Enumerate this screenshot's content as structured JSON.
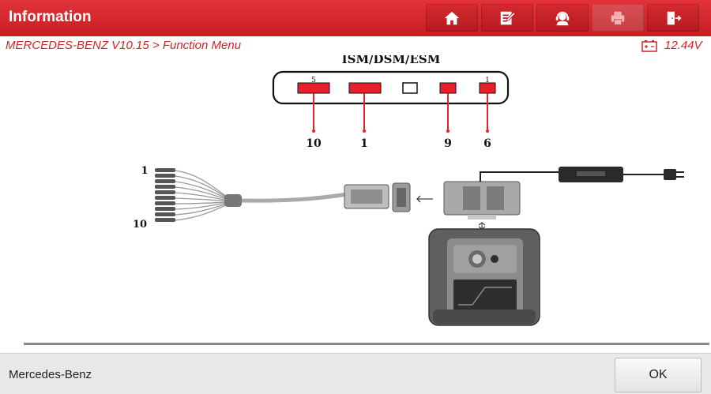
{
  "window": {
    "title": "Information"
  },
  "toolbar": {
    "buttons": [
      {
        "name": "home",
        "icon": "home-icon",
        "enabled": true
      },
      {
        "name": "report",
        "icon": "edit-report-icon",
        "enabled": true
      },
      {
        "name": "support",
        "icon": "headset-icon",
        "enabled": true
      },
      {
        "name": "print",
        "icon": "printer-icon",
        "enabled": false
      },
      {
        "name": "exit",
        "icon": "exit-door-icon",
        "enabled": true
      }
    ]
  },
  "breadcrumb": {
    "text": "MERCEDES-BENZ V10.15 > Function Menu"
  },
  "status": {
    "voltage": "12.44V",
    "battery_icon": "battery-icon"
  },
  "diagram": {
    "module_title": "ISM/DSM/ESM",
    "pin_top_labels": [
      "5",
      "1"
    ],
    "pin_bottom_labels": [
      "10",
      "1",
      "9",
      "6"
    ],
    "cable_end_labels": [
      "1",
      "10"
    ]
  },
  "footer": {
    "vehicle": "Mercedes-Benz",
    "ok_label": "OK"
  },
  "colors": {
    "accent": "#c8272d",
    "pin_fill": "#e8202a"
  }
}
